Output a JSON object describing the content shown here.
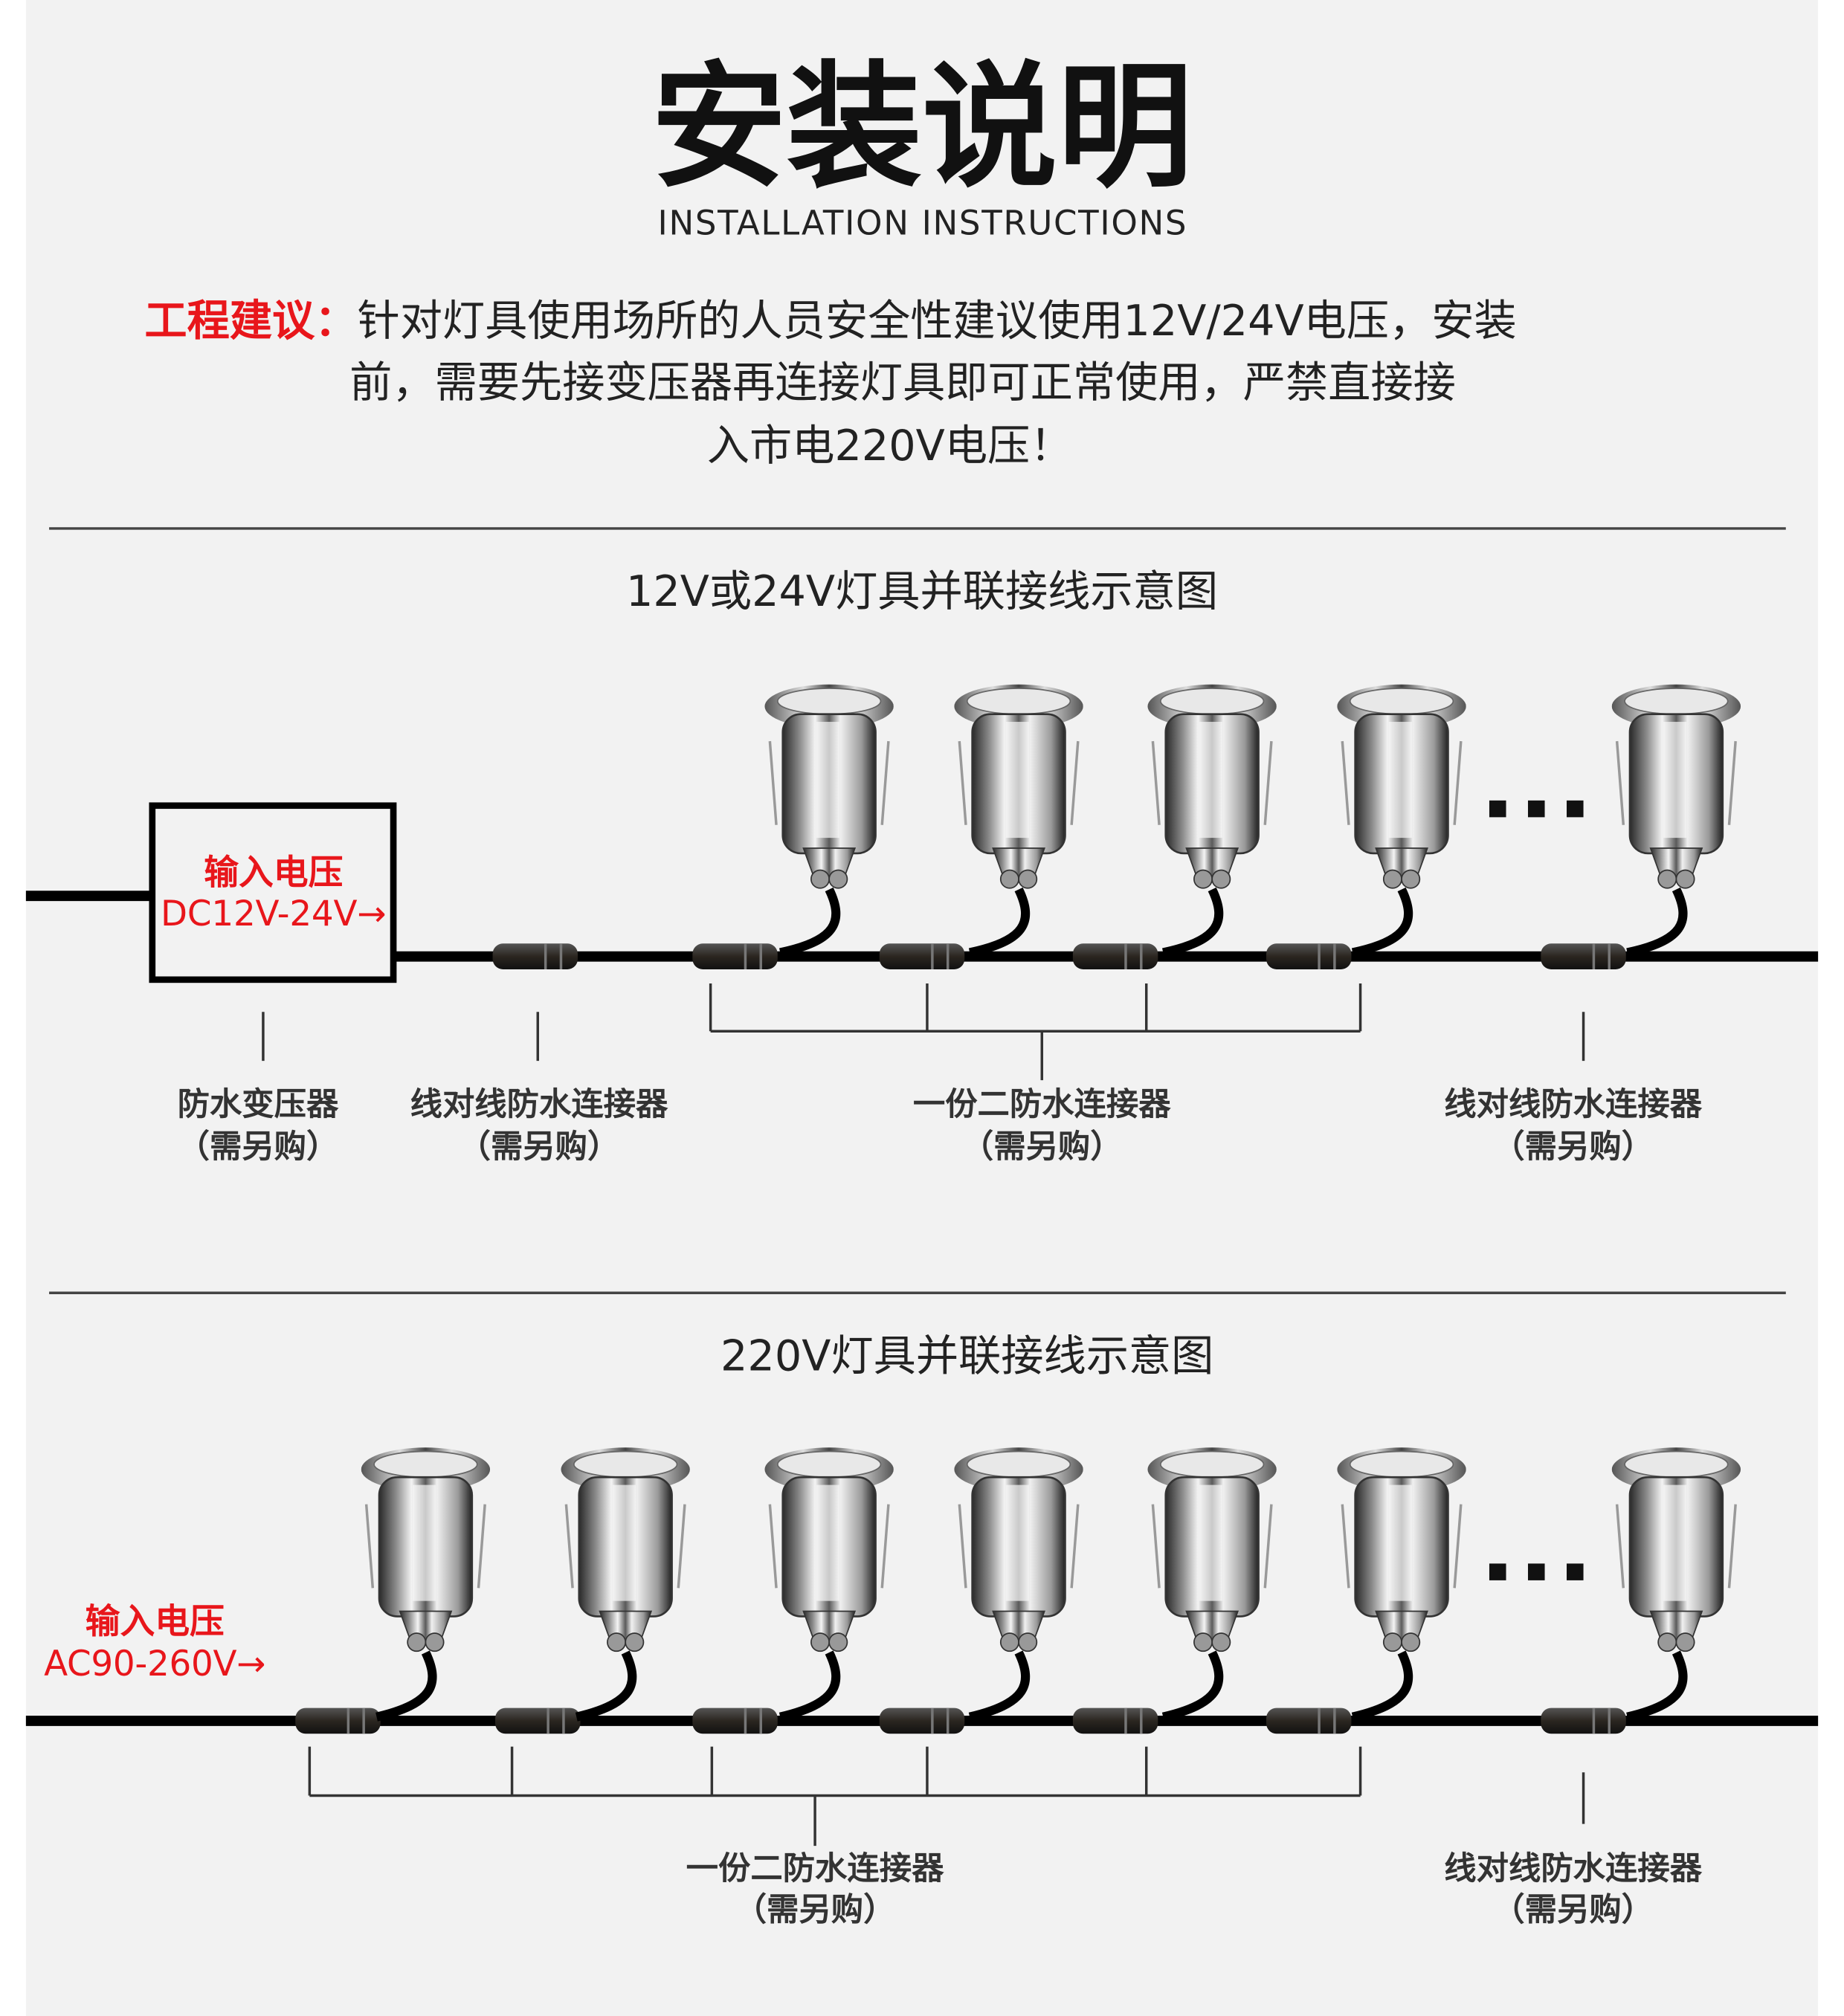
{
  "header": {
    "title": "安装说明",
    "subtitle": "INSTALLATION INSTRUCTIONS"
  },
  "advice": {
    "label": "工程建议：",
    "line1": "针对灯具使用场所的人员安全性建议使用12V/24V电压，安装",
    "line2": "前，需要先接变压器再连接灯具即可正常使用，严禁直接接",
    "line3": "入市电220V电压！"
  },
  "diagram_low_voltage": {
    "title": "12V或24V灯具并联接线示意图",
    "input_label": "输入电压",
    "input_value": "DC12V-24V→",
    "labels": [
      {
        "name": "防水变压器",
        "note": "（需另购）"
      },
      {
        "name": "线对线防水连接器",
        "note": "（需另购）"
      },
      {
        "name": "一份二防水连接器",
        "note": "（需另购）"
      },
      {
        "name": "线对线防水连接器",
        "note": "（需另购）"
      }
    ]
  },
  "diagram_220v": {
    "title": "220V灯具并联接线示意图",
    "input_label": "输入电压",
    "input_value": "AC90-260V→",
    "labels": [
      {
        "name": "一份二防水连接器",
        "note": "（需另购）"
      },
      {
        "name": "线对线防水连接器",
        "note": "（需另购）"
      }
    ]
  },
  "colors": {
    "background": "#f2f2f2",
    "accent_red": "#e8161b",
    "text": "#222222"
  }
}
